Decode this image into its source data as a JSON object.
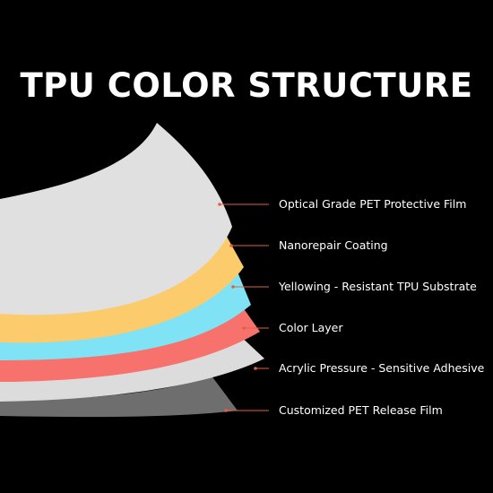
{
  "title": "TPU COLOR STRUCTURE",
  "colors": {
    "background": "#000000",
    "leader_line": "#e0623f",
    "text": "#ffffff"
  },
  "layers": [
    {
      "label": "Optical Grade PET Protective Film",
      "color": "#e0e0e0"
    },
    {
      "label": "Nanorepair Coating",
      "color": "#fbcb6c"
    },
    {
      "label": "Yellowing - Resistant TPU Substrate",
      "color": "#7fe3f5"
    },
    {
      "label": "Color Layer",
      "color": "#f7716d"
    },
    {
      "label": "Acrylic Pressure - Sensitive Adhesive",
      "color": "#dcdcdc"
    },
    {
      "label": "Customized PET Release Film",
      "color": "#6e6e6e"
    }
  ]
}
